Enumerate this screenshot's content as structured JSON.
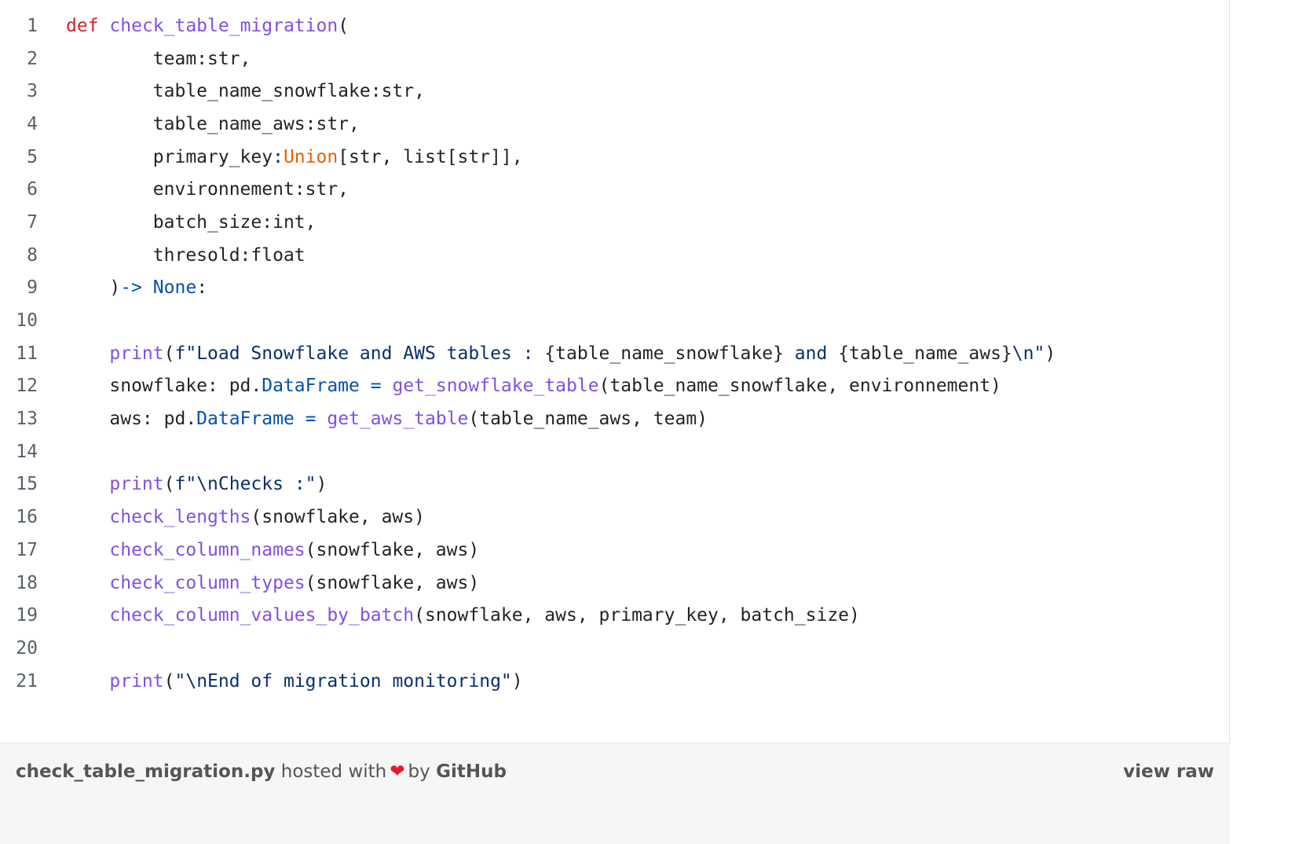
{
  "code_lines": [
    {
      "num": "1",
      "tokens": [
        {
          "t": "def",
          "c": "kw"
        },
        {
          "t": " ",
          "c": ""
        },
        {
          "t": "check_table_migration",
          "c": "fn"
        },
        {
          "t": "(",
          "c": ""
        }
      ]
    },
    {
      "num": "2",
      "tokens": [
        {
          "t": "        team:str,",
          "c": ""
        }
      ]
    },
    {
      "num": "3",
      "tokens": [
        {
          "t": "        table_name_snowflake:str,",
          "c": ""
        }
      ]
    },
    {
      "num": "4",
      "tokens": [
        {
          "t": "        table_name_aws:str,",
          "c": ""
        }
      ]
    },
    {
      "num": "5",
      "tokens": [
        {
          "t": "        primary_key:",
          "c": ""
        },
        {
          "t": "Union",
          "c": "orange"
        },
        {
          "t": "[str, list[str]],",
          "c": ""
        }
      ]
    },
    {
      "num": "6",
      "tokens": [
        {
          "t": "        environnement:str,",
          "c": ""
        }
      ]
    },
    {
      "num": "7",
      "tokens": [
        {
          "t": "        batch_size:int,",
          "c": ""
        }
      ]
    },
    {
      "num": "8",
      "tokens": [
        {
          "t": "        thresold:float",
          "c": ""
        }
      ]
    },
    {
      "num": "9",
      "tokens": [
        {
          "t": "    )",
          "c": ""
        },
        {
          "t": "-> ",
          "c": "blue"
        },
        {
          "t": "None",
          "c": "blue"
        },
        {
          "t": ":",
          "c": ""
        }
      ]
    },
    {
      "num": "10",
      "tokens": []
    },
    {
      "num": "11",
      "tokens": [
        {
          "t": "    ",
          "c": ""
        },
        {
          "t": "print",
          "c": "fn"
        },
        {
          "t": "(",
          "c": ""
        },
        {
          "t": "f\"Load Snowflake and AWS tables : ",
          "c": "str"
        },
        {
          "t": "{table_name_snowflake}",
          "c": ""
        },
        {
          "t": " and ",
          "c": "str"
        },
        {
          "t": "{table_name_aws}",
          "c": ""
        },
        {
          "t": "\\n\"",
          "c": "str"
        },
        {
          "t": ")",
          "c": ""
        }
      ]
    },
    {
      "num": "12",
      "tokens": [
        {
          "t": "    snowflake: pd.",
          "c": ""
        },
        {
          "t": "DataFrame",
          "c": "blue"
        },
        {
          "t": " ",
          "c": ""
        },
        {
          "t": "=",
          "c": "blue"
        },
        {
          "t": " ",
          "c": ""
        },
        {
          "t": "get_snowflake_table",
          "c": "fn"
        },
        {
          "t": "(table_name_snowflake, environnement)",
          "c": ""
        }
      ]
    },
    {
      "num": "13",
      "tokens": [
        {
          "t": "    aws: pd.",
          "c": ""
        },
        {
          "t": "DataFrame",
          "c": "blue"
        },
        {
          "t": " ",
          "c": ""
        },
        {
          "t": "=",
          "c": "blue"
        },
        {
          "t": " ",
          "c": ""
        },
        {
          "t": "get_aws_table",
          "c": "fn"
        },
        {
          "t": "(table_name_aws, team)",
          "c": ""
        }
      ]
    },
    {
      "num": "14",
      "tokens": []
    },
    {
      "num": "15",
      "tokens": [
        {
          "t": "    ",
          "c": ""
        },
        {
          "t": "print",
          "c": "fn"
        },
        {
          "t": "(",
          "c": ""
        },
        {
          "t": "f\"\\nChecks :\"",
          "c": "str"
        },
        {
          "t": ")",
          "c": ""
        }
      ]
    },
    {
      "num": "16",
      "tokens": [
        {
          "t": "    ",
          "c": ""
        },
        {
          "t": "check_lengths",
          "c": "fn"
        },
        {
          "t": "(snowflake, aws)",
          "c": ""
        }
      ]
    },
    {
      "num": "17",
      "tokens": [
        {
          "t": "    ",
          "c": ""
        },
        {
          "t": "check_column_names",
          "c": "fn"
        },
        {
          "t": "(snowflake, aws)",
          "c": ""
        }
      ]
    },
    {
      "num": "18",
      "tokens": [
        {
          "t": "    ",
          "c": ""
        },
        {
          "t": "check_column_types",
          "c": "fn"
        },
        {
          "t": "(snowflake, aws)",
          "c": ""
        }
      ]
    },
    {
      "num": "19",
      "tokens": [
        {
          "t": "    ",
          "c": ""
        },
        {
          "t": "check_column_values_by_batch",
          "c": "fn"
        },
        {
          "t": "(snowflake, aws, primary_key, batch_size)",
          "c": ""
        }
      ]
    },
    {
      "num": "20",
      "tokens": []
    },
    {
      "num": "21",
      "tokens": [
        {
          "t": "    ",
          "c": ""
        },
        {
          "t": "print",
          "c": "fn"
        },
        {
          "t": "(",
          "c": ""
        },
        {
          "t": "\"\\nEnd of migration monitoring\"",
          "c": "str"
        },
        {
          "t": ")",
          "c": ""
        }
      ]
    }
  ],
  "footer": {
    "filename": "check_table_migration.py",
    "hosted_with": "hosted with",
    "by": "by",
    "host": "GitHub",
    "view_raw": "view raw",
    "heart_icon": "heart-icon"
  },
  "colors": {
    "keyword": "#cf222e",
    "function": "#8250df",
    "type_orange": "#e36209",
    "builtin_blue": "#0550ae",
    "string": "#0a3069",
    "footer_bg": "#f6f6f6"
  }
}
